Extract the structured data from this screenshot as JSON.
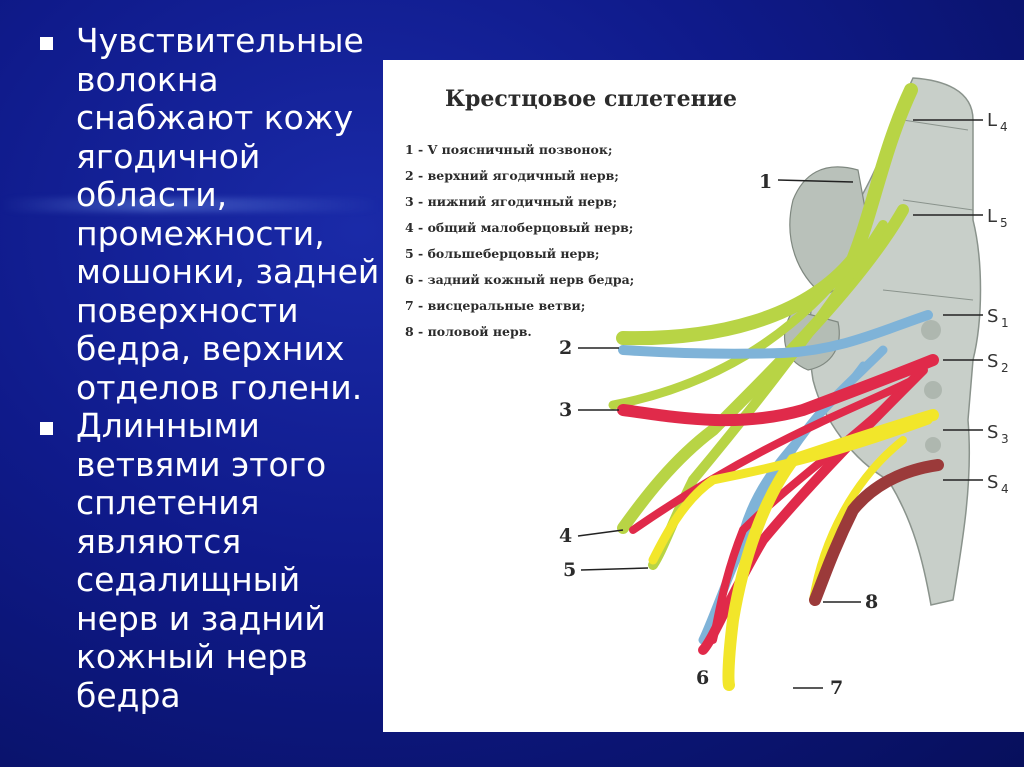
{
  "bullets": [
    "Чувствительные волокна снабжают кожу ягодичной области, промежности, мошонки, задней поверхности бедра, верхних отделов голени.",
    " Длинными ветвями этого сплетения являются седалищный нерв и задний кожный нерв бедра"
  ],
  "diagram": {
    "title": "Крестцовое сплетение",
    "legend": [
      "1 - V поясничный позвонок;",
      "2 - верхний ягодичный нерв;",
      "3 - нижний ягодичный нерв;",
      "4 - общий малоберцовый нерв;",
      "5 - большеберцовый нерв;",
      "6 - задний кожный нерв бедра;",
      "7 - висцеральные ветви;",
      "8 - половой нерв."
    ],
    "numbers": [
      "1",
      "2",
      "3",
      "4",
      "5",
      "6",
      "7",
      "8"
    ],
    "levels": [
      {
        "letter": "L",
        "sub": "4"
      },
      {
        "letter": "L",
        "sub": "5"
      },
      {
        "letter": "S",
        "sub": "1"
      },
      {
        "letter": "S",
        "sub": "2"
      },
      {
        "letter": "S",
        "sub": "3"
      },
      {
        "letter": "S",
        "sub": "4"
      }
    ],
    "colors": {
      "green": "#b8d445",
      "blue": "#7fb3d8",
      "red": "#e02a4a",
      "yellow": "#f2e62a",
      "brown": "#9b3a3a",
      "bone": "#c8cfc9"
    }
  }
}
